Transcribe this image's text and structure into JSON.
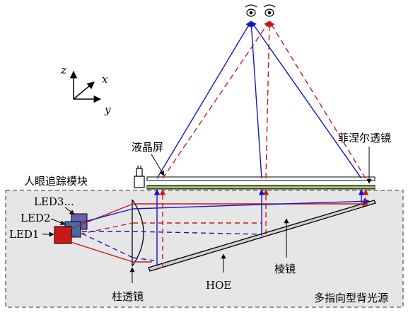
{
  "labels": {
    "lcd": "液晶屏",
    "fresnel": "菲涅尔透镜",
    "eye_tracking": "人眼追踪模块",
    "led3": "LED3...",
    "led2": "LED2",
    "led1": "LED1",
    "cyl_lens": "柱透镜",
    "hoe": "HOE",
    "prism": "棱镜",
    "backlight": "多指向型背光源"
  },
  "axes": {
    "z": "z",
    "x": "x",
    "y": "y"
  },
  "colors": {
    "blue": "#1515c8",
    "red": "#c81818",
    "box_fill": "#e6e6e6",
    "led1": "#c81818",
    "led2": "#3b6fa8",
    "led3": "#6b5fa8",
    "fresnel_strip": "#6b8e3a"
  },
  "icons": [
    "eye-icon-blue",
    "eye-icon-red",
    "camera-icon",
    "axis-arrows-icon"
  ]
}
